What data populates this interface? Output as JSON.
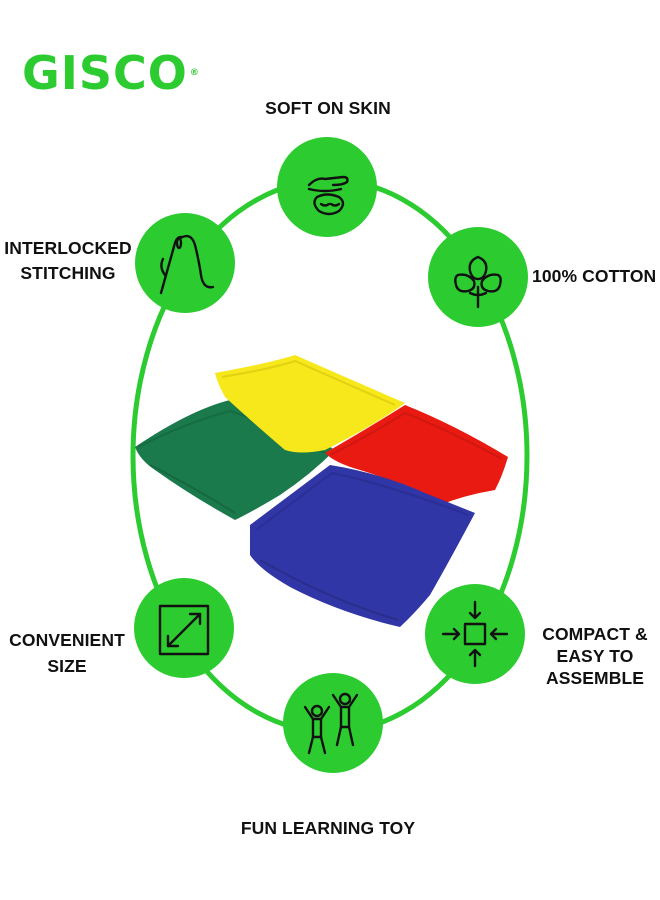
{
  "brand": {
    "logo_text": "GISCO",
    "registered_mark": "®",
    "green": "#2ccb30",
    "dark_green": "#28b42b"
  },
  "features": [
    {
      "id": "soft",
      "label": "SOFT ON SKIN",
      "icon": "hand-over-face-icon"
    },
    {
      "id": "cotton",
      "label": "100% COTTON",
      "icon": "cotton-flower-icon"
    },
    {
      "id": "compact",
      "label_lines": [
        "COMPACT &",
        "EASY TO",
        "ASSEMBLE"
      ],
      "icon": "compress-arrows-icon"
    },
    {
      "id": "fun",
      "label": "FUN LEARNING TOY",
      "icon": "jumping-kids-icon"
    },
    {
      "id": "size",
      "label_lines": [
        "CONVENIENT",
        "SIZE"
      ],
      "icon": "resize-diagonal-icon"
    },
    {
      "id": "stitching",
      "label_lines": [
        "INTERLOCKED",
        "STITCHING"
      ],
      "icon": "needle-thread-icon"
    }
  ],
  "product": {
    "bag_colors": {
      "yellow": "#f7e81b",
      "red": "#e81a12",
      "green": "#1a7a4c",
      "blue": "#3136a6"
    }
  }
}
